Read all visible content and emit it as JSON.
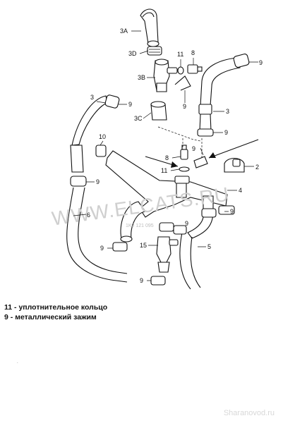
{
  "labels": {
    "l3a": "3A",
    "l3d": "3D",
    "l3b": "3B",
    "l3c": "3C",
    "l11a": "11",
    "l8a": "8",
    "l9a": "9",
    "l9b": "9",
    "l9c": "9",
    "l3l": "3",
    "l9d": "9",
    "l3r": "3",
    "l9e": "9",
    "l10": "10",
    "l9f": "9",
    "l8b": "8",
    "l11b": "11",
    "l9g": "9",
    "l2": "2",
    "l4": "4",
    "l6": "6",
    "l9h": "9",
    "l15": "15",
    "l9i": "9",
    "l5": "5",
    "l9j": "9"
  },
  "watermark": {
    "text": "WWW.ELCATS.RU",
    "code": "1K0 121 095"
  },
  "legend": [
    {
      "number": "11",
      "text": "уплотнительное кольцо"
    },
    {
      "number": "9",
      "text": "металлический зажим"
    }
  ],
  "footer": {
    "dot": ".",
    "site": "Sharanovod.ru"
  }
}
